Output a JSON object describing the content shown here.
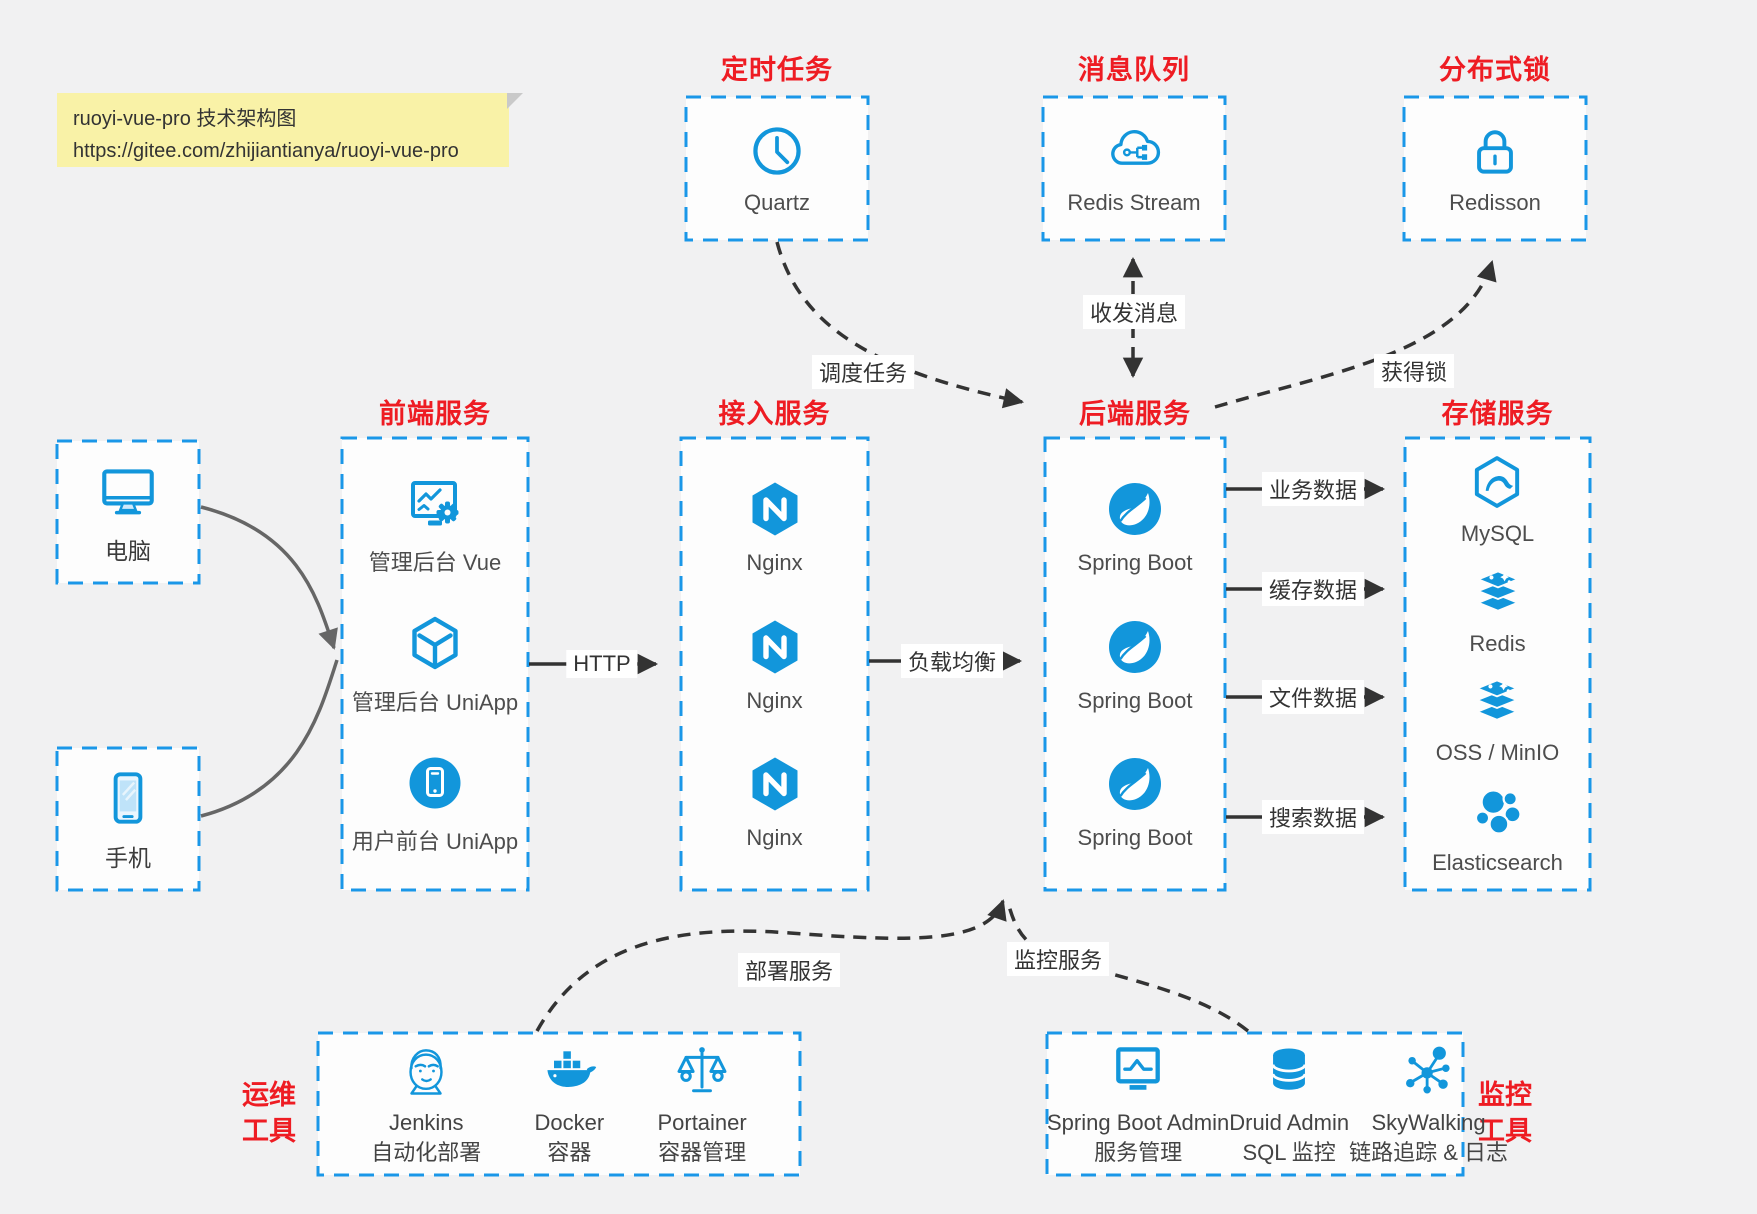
{
  "note": {
    "line1": "ruoyi-vue-pro 技术架构图",
    "line2": "https://gitee.com/zhijiantianya/ruoyi-vue-pro"
  },
  "top_services": [
    {
      "title": "定时任务",
      "label": "Quartz",
      "icon": "clock-icon"
    },
    {
      "title": "消息队列",
      "label": "Redis Stream",
      "icon": "cloud-message-icon"
    },
    {
      "title": "分布式锁",
      "label": "Redisson",
      "icon": "lock-icon"
    }
  ],
  "clients": [
    {
      "label": "电脑",
      "icon": "desktop-icon"
    },
    {
      "label": "手机",
      "icon": "phone-icon"
    }
  ],
  "frontend": {
    "title": "前端服务",
    "items": [
      {
        "label": "管理后台 Vue",
        "icon": "admin-vue-icon"
      },
      {
        "label": "管理后台 UniApp",
        "icon": "uniapp-cube-icon"
      },
      {
        "label": "用户前台 UniApp",
        "icon": "uniapp-app-icon"
      }
    ]
  },
  "gateway": {
    "title": "接入服务",
    "items": [
      {
        "label": "Nginx",
        "icon": "nginx-icon"
      },
      {
        "label": "Nginx",
        "icon": "nginx-icon"
      },
      {
        "label": "Nginx",
        "icon": "nginx-icon"
      }
    ]
  },
  "backend": {
    "title": "后端服务",
    "items": [
      {
        "label": "Spring Boot",
        "icon": "spring-boot-icon"
      },
      {
        "label": "Spring Boot",
        "icon": "spring-boot-icon"
      },
      {
        "label": "Spring Boot",
        "icon": "spring-boot-icon"
      }
    ]
  },
  "storage": {
    "title": "存储服务",
    "items": [
      {
        "label": "MySQL",
        "icon": "mysql-icon"
      },
      {
        "label": "Redis",
        "icon": "redis-icon"
      },
      {
        "label": "OSS / MinIO",
        "icon": "object-storage-icon"
      },
      {
        "label": "Elasticsearch",
        "icon": "elasticsearch-icon"
      }
    ]
  },
  "ops": {
    "side_label_line1": "运维",
    "side_label_line2": "工具",
    "items": [
      {
        "label": "Jenkins",
        "sublabel": "自动化部署",
        "icon": "jenkins-icon"
      },
      {
        "label": "Docker",
        "sublabel": "容器",
        "icon": "docker-icon"
      },
      {
        "label": "Portainer",
        "sublabel": "容器管理",
        "icon": "portainer-icon"
      }
    ]
  },
  "monitoring": {
    "side_label_line1": "监控",
    "side_label_line2": "工具",
    "items": [
      {
        "label": "Spring Boot Admin",
        "sublabel": "服务管理",
        "icon": "spring-boot-admin-icon"
      },
      {
        "label": "Druid Admin",
        "sublabel": "SQL 监控",
        "icon": "druid-icon"
      },
      {
        "label": "SkyWalking",
        "sublabel": "链路追踪 & 日志",
        "icon": "skywalking-icon"
      }
    ]
  },
  "edges": {
    "http": "HTTP",
    "load_balance": "负载均衡",
    "schedule": "调度任务",
    "message": "收发消息",
    "acquire_lock": "获得锁",
    "business_data": "业务数据",
    "cache_data": "缓存数据",
    "file_data": "文件数据",
    "search_data": "搜索数据",
    "deploy": "部署服务",
    "monitor": "监控服务"
  },
  "colors": {
    "accent_blue": "#1296db",
    "dash_blue": "#1a97e8",
    "title_red": "#ee1c23",
    "background": "#f1f1f2"
  }
}
